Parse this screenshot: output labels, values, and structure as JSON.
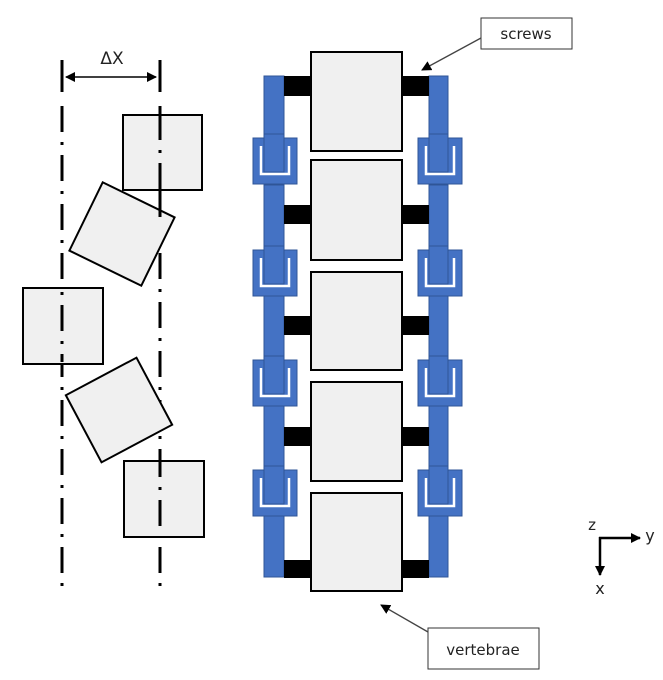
{
  "diagram": {
    "left_panel": {
      "dimension_label": "ΔX",
      "description": "misaligned vertebra column between two centerlines",
      "vertebra_count": 5
    },
    "right_panel": {
      "description": "vertebrae stabilized by screws and segmented rods",
      "vertebra_count": 5,
      "screw_count_per_side": 5,
      "connector_count_per_side": 4
    },
    "callouts": {
      "screws": "screws",
      "vertebrae": "vertebrae"
    },
    "axes": {
      "z_label": "z",
      "y_label": "y",
      "x_label": "x"
    },
    "colors": {
      "rod_fill": "#4472c4",
      "rod_stroke": "#2f5597",
      "vertebra_fill": "#f0f0f0",
      "outline": "#000000",
      "screw": "#000000"
    }
  }
}
